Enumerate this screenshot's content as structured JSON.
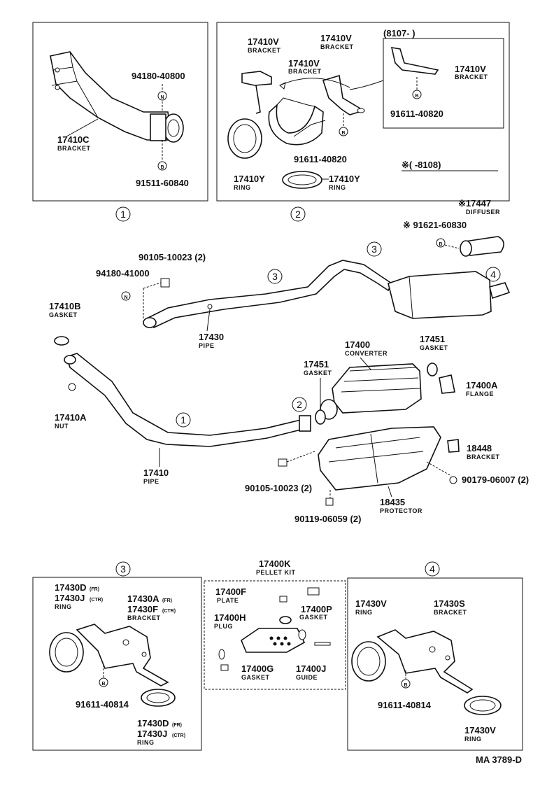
{
  "box1": {
    "part1_num": "17410C",
    "part1_name": "BRACKET",
    "part2_num": "94180-40800",
    "part3_num": "91511-60840",
    "label": "1",
    "sym_n": "N",
    "sym_b": "B"
  },
  "box2": {
    "bracket_left_num": "17410V",
    "bracket_left_name": "BRACKET",
    "bracket_mid_num": "17410V",
    "bracket_mid_name": "BRACKET",
    "bracket_right_num": "17410V",
    "bracket_right_name": "BRACKET",
    "date_range": "(8107-          )",
    "bolt_right_num": "91611-40820",
    "bolt_mid_num": "91611-40820",
    "ring1_num": "17410Y",
    "ring1_name": "RING",
    "ring2_num": "17410Y",
    "ring2_name": "RING",
    "label": "2",
    "sym_b": "B"
  },
  "main": {
    "diffuser_range": "※(          -8108)",
    "diffuser_num": "※17447",
    "diffuser_name": "DIFFUSER",
    "bolt_diff_num": "※ 91621-60830",
    "bolt_num": "90105-10023 (2)",
    "nut_num": "94180-41000",
    "gasket_num": "17410B",
    "gasket_name": "GASKET",
    "pipe_rear_num": "17430",
    "pipe_rear_name": "PIPE",
    "converter_num": "17400",
    "converter_name": "CONVERTER",
    "gasket2_num": "17451",
    "gasket2_name": "GASKET",
    "gasket3_num": "17451",
    "gasket3_name": "GASKET",
    "flange_num": "17400A",
    "flange_name": "FLANGE",
    "nut2_num": "17410A",
    "nut2_name": "NUT",
    "pipe_front_num": "17410",
    "pipe_front_name": "PIPE",
    "bracket_num": "18448",
    "bracket_name": "BRACKET",
    "bolt2_num": "90105-10023 (2)",
    "bolt3_num": "90179-06007 (2)",
    "protector_num": "18435",
    "protector_name": "PROTECTOR",
    "bolt4_num": "90119-06059 (2)",
    "callout1": "1",
    "callout2": "2",
    "callout3a": "3",
    "callout3b": "3",
    "callout4": "4",
    "sym_b": "B",
    "sym_n": "N"
  },
  "box3": {
    "label": "3",
    "ring_a": "17430D",
    "ring_a_sfx": "(FR)",
    "ring_b": "17430J",
    "ring_b_sfx": "(CTR)",
    "ring_name": "RING",
    "bracket_a": "17430A",
    "bracket_a_sfx": "(FR)",
    "bracket_b": "17430F",
    "bracket_b_sfx": "(CTR)",
    "bracket_name": "BRACKET",
    "bolt_num": "91611-40814",
    "ring2_a": "17430D",
    "ring2_a_sfx": "(FR)",
    "ring2_b": "17430J",
    "ring2_b_sfx": "(CTR)",
    "ring2_name": "RING",
    "sym_b": "B"
  },
  "kit": {
    "kit_num": "17400K",
    "kit_name": "PELLET KIT",
    "plate_num": "17400F",
    "plate_name": "PLATE",
    "gasket_p_num": "17400P",
    "gasket_p_name": "GASKET",
    "plug_num": "17400H",
    "plug_name": "PLUG",
    "gasket_g_num": "17400G",
    "gasket_g_name": "GASKET",
    "guide_num": "17400J",
    "guide_name": "GUIDE"
  },
  "box4": {
    "label": "4",
    "ring_num": "17430V",
    "ring_name": "RING",
    "bracket_num": "17430S",
    "bracket_name": "BRACKET",
    "bolt_num": "91611-40814",
    "ring2_num": "17430V",
    "ring2_name": "RING",
    "sym_b": "B"
  },
  "footer": {
    "code": "MA 3789-D"
  }
}
